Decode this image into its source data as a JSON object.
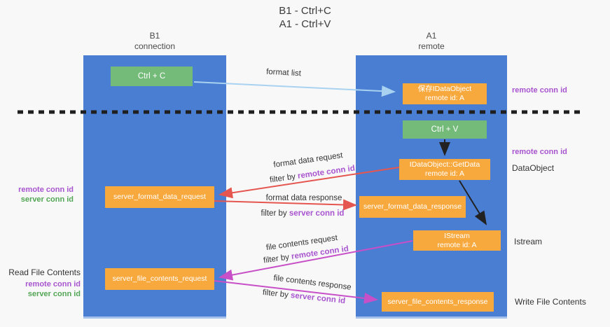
{
  "title": {
    "line1": "B1 - Ctrl+C",
    "line2": "A1 - Ctrl+V"
  },
  "lanes": {
    "left": {
      "name_line1": "B1",
      "name_line2": "connection"
    },
    "right": {
      "name_line1": "A1",
      "name_line2": "remote"
    }
  },
  "boxes": {
    "ctrl_c": {
      "label": "Ctrl + C"
    },
    "save_dataobject": {
      "line1": "保存IDataObject",
      "line2": "remote id: A"
    },
    "ctrl_v": {
      "label": "Ctrl + V"
    },
    "getdata": {
      "line1": "IDataObject::GetData",
      "line2": "remote id: A"
    },
    "server_format_data_request": {
      "label": "server_format_data_request"
    },
    "server_format_data_response": {
      "label": "server_format_data_response"
    },
    "istream": {
      "line1": "IStream",
      "line2": "remote id: A"
    },
    "server_file_contents_request": {
      "label": "server_file_contents_request"
    },
    "server_file_contents_response": {
      "label": "server_file_contents_response"
    }
  },
  "arrow_labels": {
    "format_list": "format list",
    "format_request": "format data request",
    "format_request_filter": {
      "prefix": "filter by ",
      "key": "remote conn id"
    },
    "format_response": "format data response",
    "format_response_filter": {
      "prefix": "filter by ",
      "key": "server conn id"
    },
    "file_request": "file contents request",
    "file_request_filter": {
      "prefix": "filter by ",
      "key": "remote conn id"
    },
    "file_response": "file contents response",
    "file_response_filter": {
      "prefix": "filter by ",
      "key": "server conn id"
    }
  },
  "side_labels": {
    "remote_conn_id_top": "remote conn id",
    "remote_conn_id_mid": "remote conn id",
    "dataobject": "DataObject",
    "istream": "Istream",
    "write_file_contents": "Write File Contents",
    "left_remote_conn_id_1": "remote conn id",
    "left_server_conn_id_1": "server conn id",
    "read_file_contents": "Read File Contents",
    "left_remote_conn_id_2": "remote conn id",
    "left_server_conn_id_2": "server conn id"
  },
  "colors": {
    "lane_blue": "#4a7ed3",
    "box_orange": "#f8a93e",
    "box_green": "#74ba79",
    "purple_label": "#a855cf",
    "green_label": "#53a656",
    "red_arrow": "#e4564f",
    "magenta_arrow": "#c74fc7",
    "light_blue_arrow": "#a8d2f0",
    "dashed_line": "#1f1f1f"
  }
}
